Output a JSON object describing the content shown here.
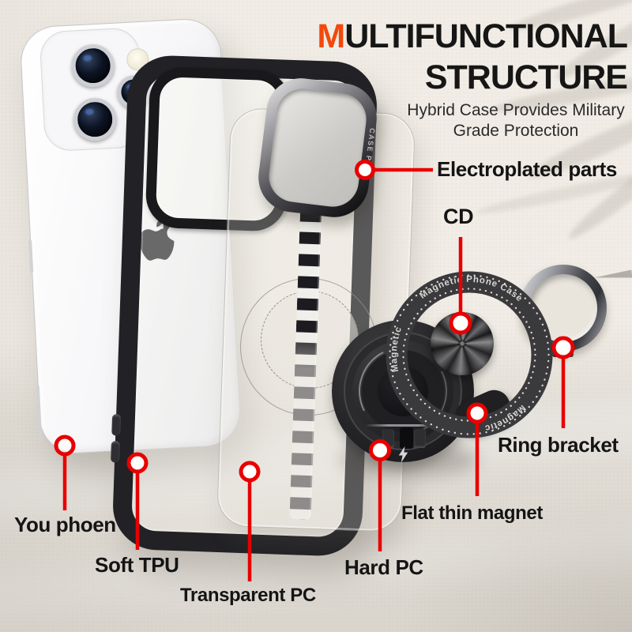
{
  "title": {
    "accent": "M",
    "rest": "ULTIFUNCTIONAL",
    "line2": "STRUCTURE"
  },
  "subtitle": "Hybrid Case Provides Military Grade Protection",
  "callouts": {
    "electroplated": "Electroplated parts",
    "cd": "CD",
    "ring_bracket": "Ring bracket",
    "flat_thin_magnet": "Flat thin magnet",
    "hard_pc": "Hard PC",
    "your_phone": "You phoen",
    "soft_tpu": "Soft TPU",
    "transparent_pc": "Transparent PC"
  },
  "ring_band": {
    "top_text": "Magnetic Phone Case",
    "left_text": "Magnetic",
    "bottom_text": "Magnetic"
  },
  "case_engraving": "CASE P",
  "colors": {
    "accent_orange": "#F2490B",
    "callout_red": "#E80000",
    "background_cream": "#F1EDE6",
    "ink_black": "#161616"
  }
}
